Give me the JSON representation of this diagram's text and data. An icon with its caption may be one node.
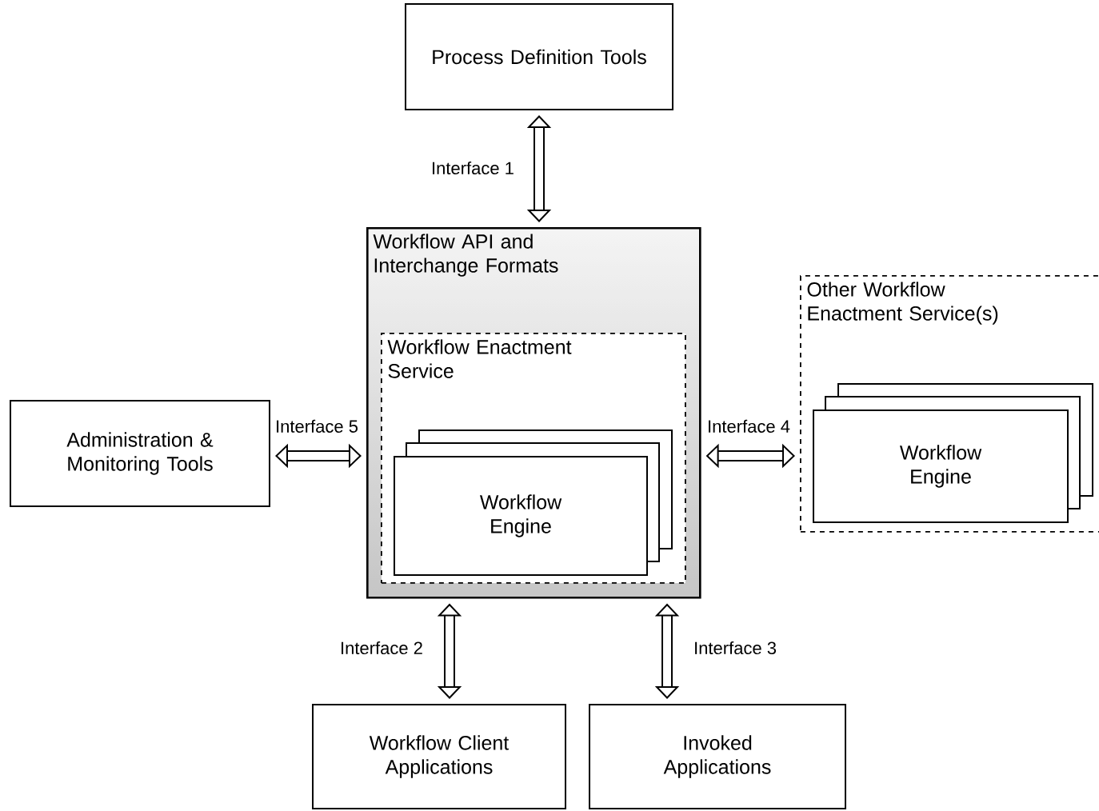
{
  "diagram": {
    "nodes": [
      {
        "text": [
          "Process Definition Tools"
        ]
      },
      {
        "text": [
          "Workflow API and Interchange Formats"
        ]
      },
      {
        "text": [
          "Workflow Enactment Service"
        ],
        "in": 1
      },
      {
        "text": [
          "Workflow Engine"
        ],
        "in": 2
      },
      {
        "text": [
          "Administration & Monitoring Tools"
        ]
      },
      {
        "text": [
          "Other Workflow Enactment Service(s)"
        ]
      },
      {
        "text": [
          "Workflow Engine"
        ],
        "in": 5
      },
      {
        "text": [
          "Workflow Client Applications"
        ]
      },
      {
        "text": [
          "Invoked Applications"
        ]
      }
    ],
    "edges": [
      {
        "from": 0,
        "to": 1,
        "arrow": "both",
        "label": "Interface 1"
      },
      {
        "from": 4,
        "to": 1,
        "arrow": "both",
        "label": "Interface 5"
      },
      {
        "from": 1,
        "to": 5,
        "arrow": "both",
        "label": "Interface 4"
      },
      {
        "from": 1,
        "to": 7,
        "arrow": "both",
        "label": "Interface 2"
      },
      {
        "from": 1,
        "to": 8,
        "arrow": "both",
        "label": "Interface 3"
      }
    ]
  }
}
